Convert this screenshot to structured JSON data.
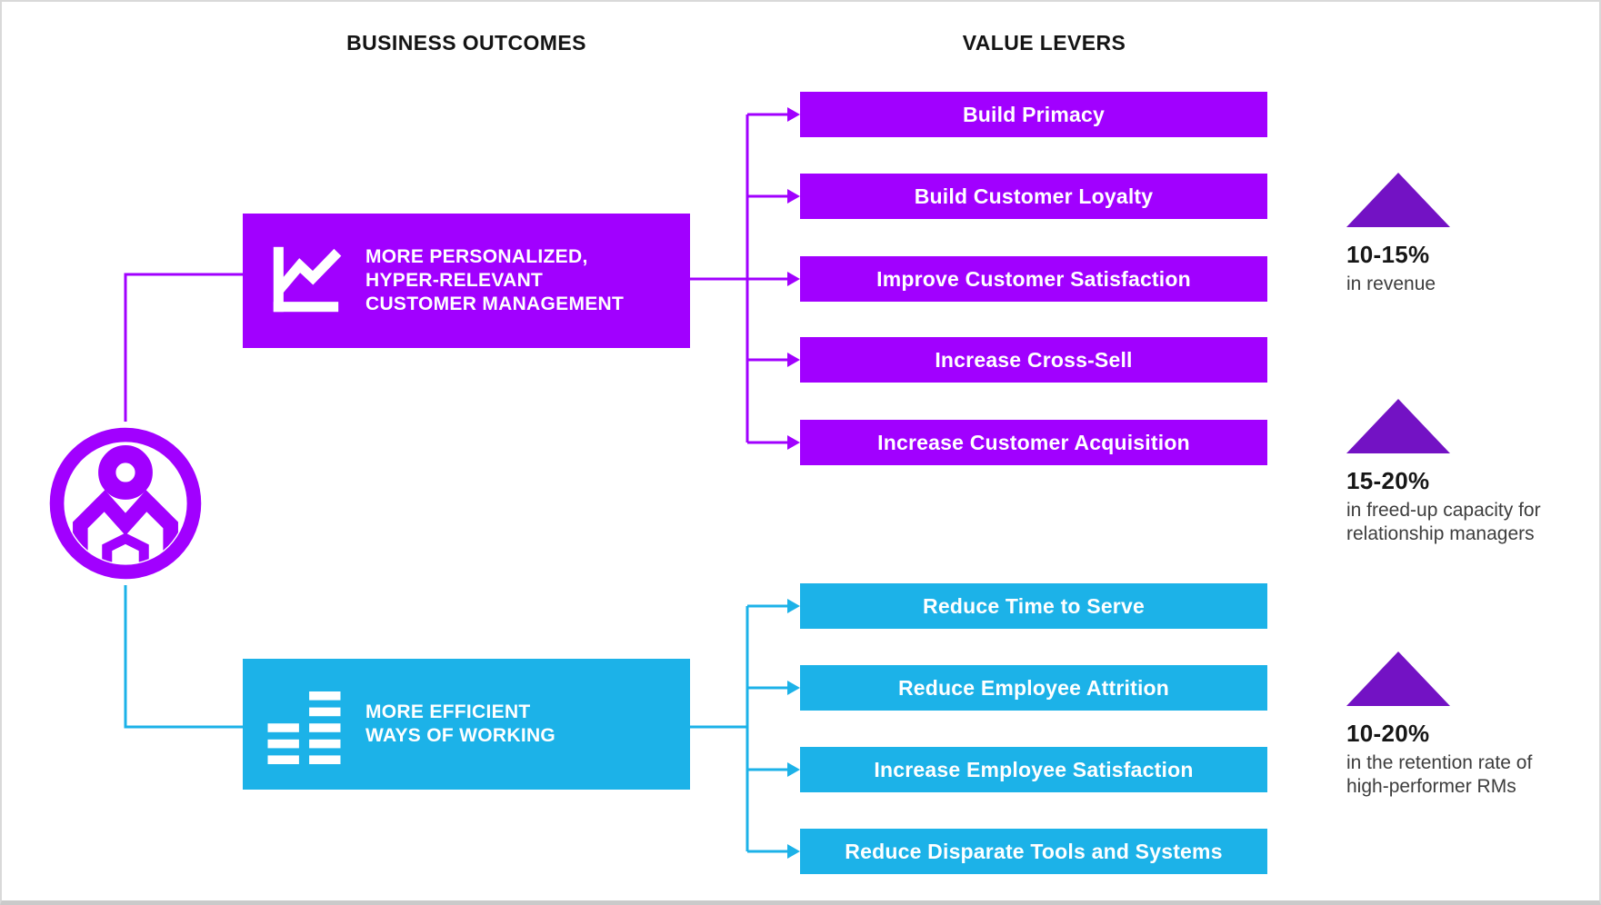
{
  "headers": {
    "business_outcomes": "BUSINESS OUTCOMES",
    "value_levers": "VALUE LEVERS"
  },
  "colors": {
    "purple": "#A100FF",
    "cyan": "#1CB2E8",
    "stat_triangle_purple": "#7312C4",
    "heading_text": "#141414",
    "bar_text": "#FFFFFF"
  },
  "persona": {
    "icon": "person-in-circle-icon"
  },
  "outcomes": {
    "customer": {
      "icon": "line-chart-icon",
      "color": "#A100FF",
      "lines": [
        "MORE PERSONALIZED,",
        "HYPER-RELEVANT",
        "CUSTOMER MANAGEMENT"
      ]
    },
    "efficiency": {
      "icon": "stacked-list-icon",
      "color": "#1CB2E8",
      "lines": [
        "MORE EFFICIENT",
        "WAYS OF WORKING"
      ]
    }
  },
  "levers": {
    "customer": {
      "color": "#A100FF",
      "items": [
        "Build Primacy",
        "Build Customer Loyalty",
        "Improve Customer Satisfaction",
        "Increase Cross-Sell",
        "Increase Customer Acquisition"
      ]
    },
    "efficiency": {
      "color": "#1CB2E8",
      "items": [
        "Reduce Time to Serve",
        "Reduce Employee Attrition",
        "Increase Employee Satisfaction",
        "Reduce Disparate Tools and Systems"
      ]
    }
  },
  "stats": {
    "icon": "up-triangle-icon",
    "items": [
      {
        "value": "10-15%",
        "description": "in revenue"
      },
      {
        "value": "15-20%",
        "description": "in freed-up capacity for relationship managers"
      },
      {
        "value": "10-20%",
        "description": "in the retention rate of high-performer RMs"
      }
    ]
  }
}
